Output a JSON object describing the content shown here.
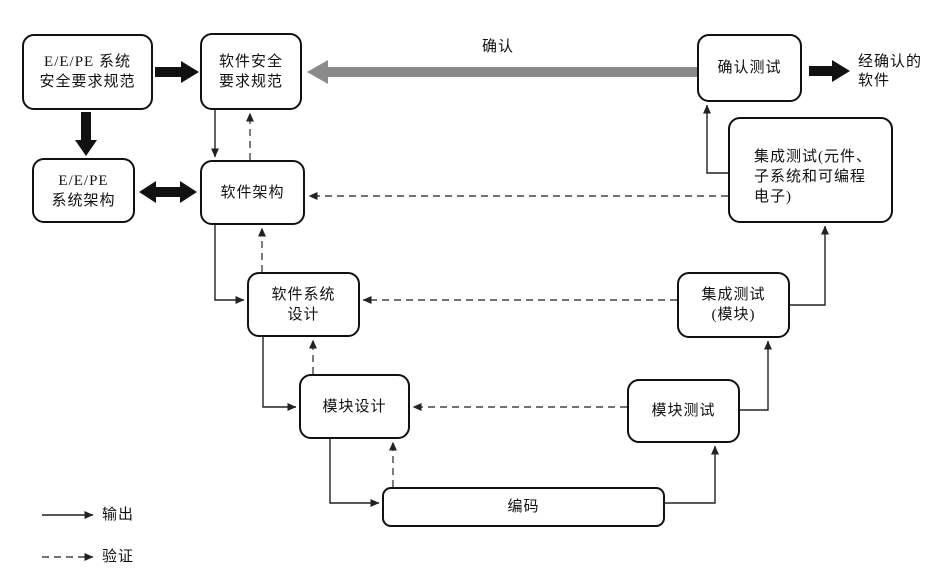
{
  "boxes": {
    "eepe_req": {
      "line1": "E/E/PE 系统",
      "line2": "安全要求规范"
    },
    "eepe_arch": {
      "line1": "E/E/PE",
      "line2": "系统架构"
    },
    "sw_safety_req": {
      "line1": "软件安全",
      "line2": "要求规范"
    },
    "sw_arch": {
      "line1": "软件架构"
    },
    "sw_sys_design": {
      "line1": "软件系统",
      "line2": "设计"
    },
    "module_design": {
      "line1": "模块设计"
    },
    "coding": {
      "line1": "编码"
    },
    "module_test": {
      "line1": "模块测试"
    },
    "integration_test_module": {
      "line1": "集成测试",
      "line2": "(模块)"
    },
    "integration_test_pe": {
      "line1": "集成测试(元件、",
      "line2": "子系统和可编程",
      "line3": "电子)"
    },
    "validation_test": {
      "line1": "确认测试"
    }
  },
  "labels": {
    "validation_arrow": "确认",
    "validated_software_line1": "经确认的",
    "validated_software_line2": "软件"
  },
  "legend": {
    "output": "输出",
    "verification": "验证"
  },
  "colors": {
    "line": "#222222",
    "dashed_line": "#444444",
    "thick_arrow": "#111111",
    "gray_arrow": "#8a8a8a",
    "box_border": "#111111",
    "box_fill": "#ffffff",
    "background": "#ffffff"
  }
}
